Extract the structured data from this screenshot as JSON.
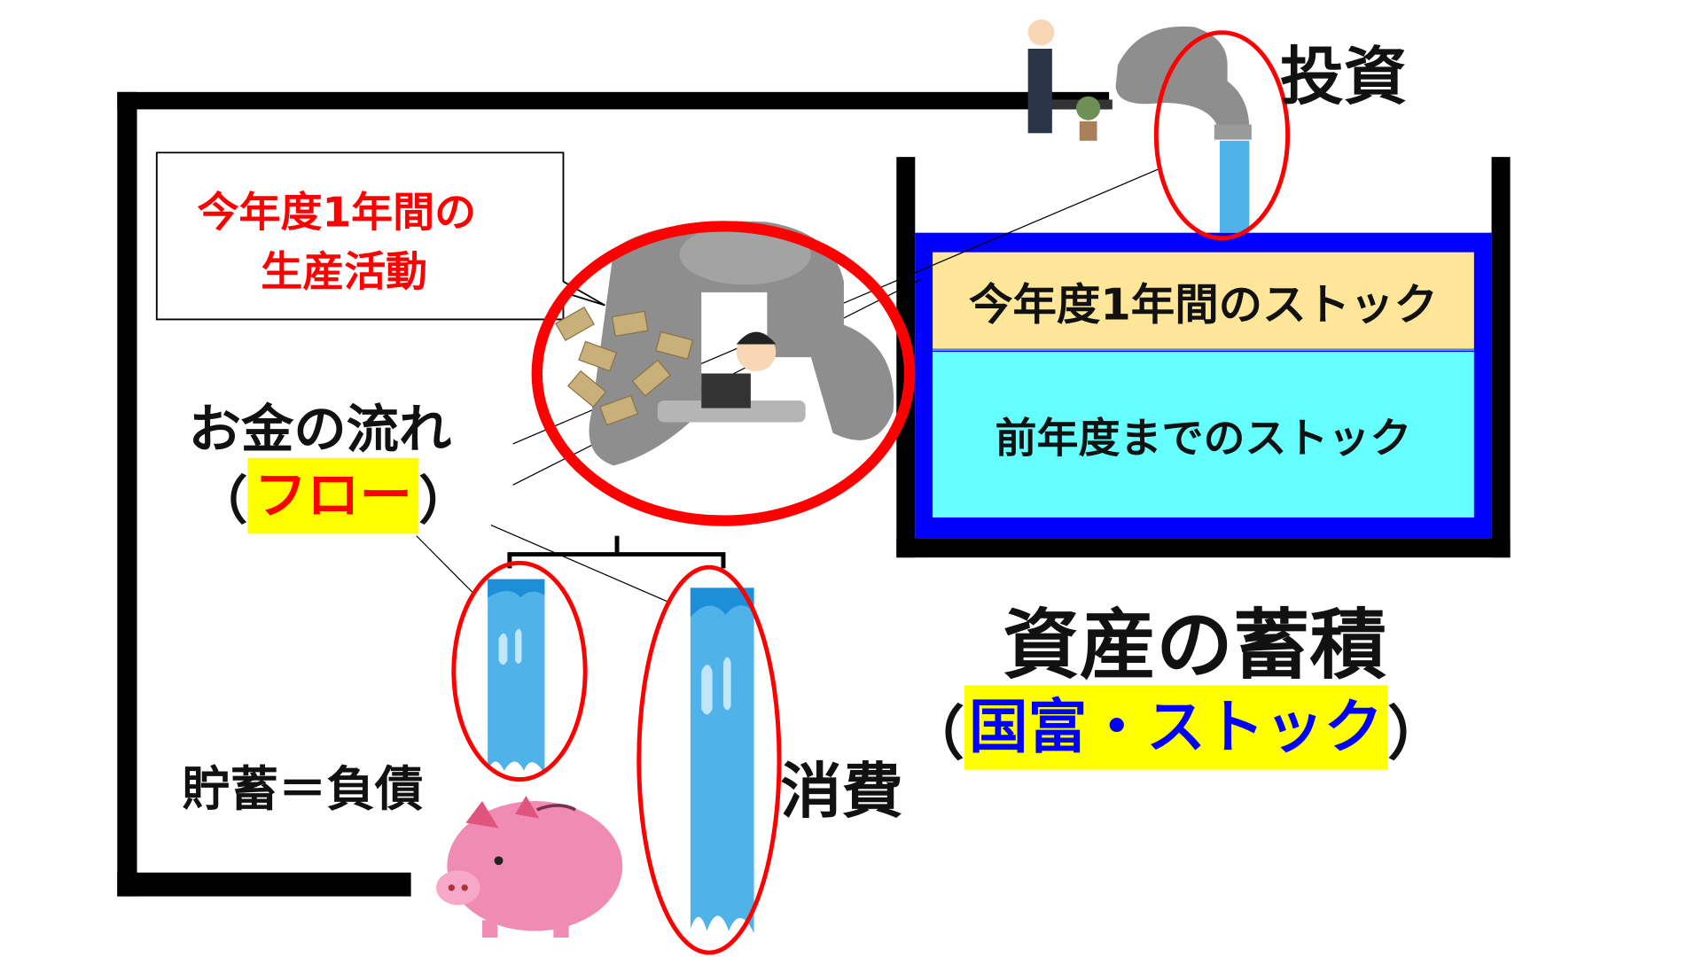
{
  "callout": {
    "line1": "今年度1年間の",
    "line2": "生産活動"
  },
  "flow": {
    "label": "お金の流れ",
    "paren_open": "（",
    "term": "フロー",
    "paren_close": "）"
  },
  "tank": {
    "current_year_stock": "今年度1年間のストック",
    "previous_stock": "前年度までのストック"
  },
  "investment": "投資",
  "accumulation": {
    "label": "資産の蓄積",
    "paren_open": "（",
    "term": "国富・ストック",
    "paren_close": "）"
  },
  "savings": "貯蓄＝負債",
  "consumption": "消費",
  "colors": {
    "highlight": "#ffff00",
    "red": "#ff0000",
    "blue": "#0000ff",
    "tan": "#ffe699",
    "cyan": "#66ffff",
    "water": "#4fb3ea"
  }
}
